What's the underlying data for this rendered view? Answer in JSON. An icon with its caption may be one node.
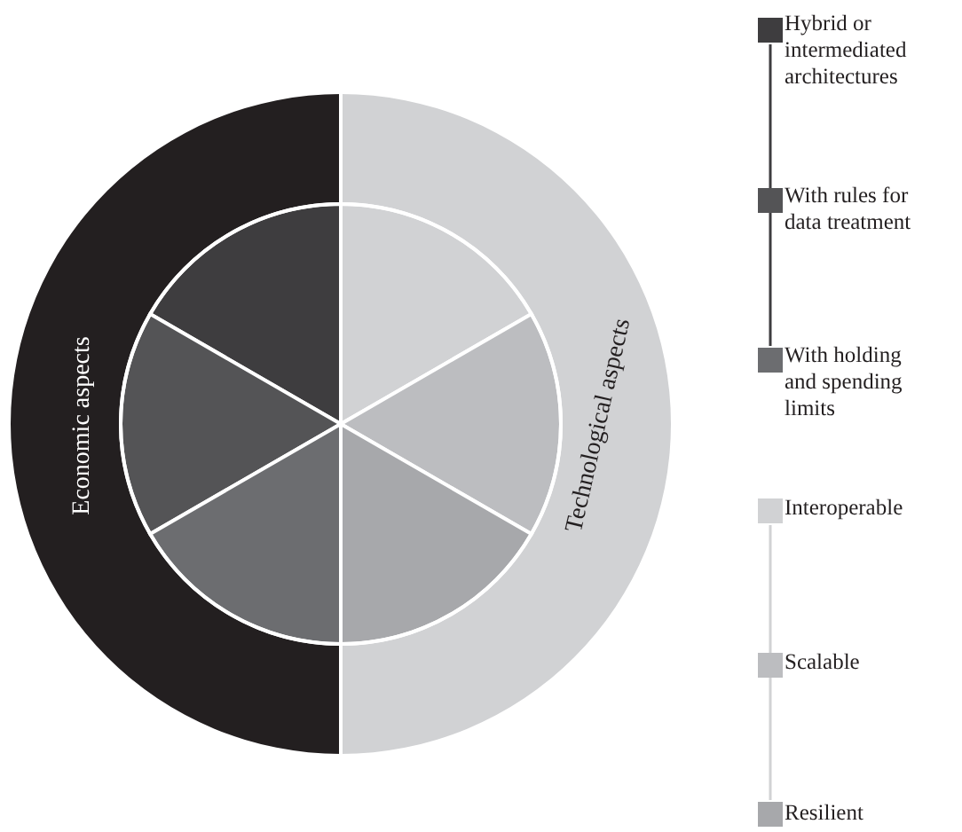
{
  "diagram": {
    "nodes": [
      {
        "text": [
          "Economic aspects"
        ]
      },
      {
        "text": [
          "Technological aspects"
        ]
      }
    ],
    "edges": [],
    "legend": [
      {
        "text": "Hybrid or intermediated architectures",
        "color": "#3e3d3f"
      },
      {
        "text": "With rules for data treatment",
        "color": "#545456"
      },
      {
        "text": "With holding and spending limits",
        "color": "#6c6d70"
      },
      {
        "text": "Interoperable",
        "color": "#d1d2d4"
      },
      {
        "text": "Scalable",
        "color": "#bcbdc0"
      },
      {
        "text": "Resilient",
        "color": "#a7a8ab"
      }
    ]
  }
}
